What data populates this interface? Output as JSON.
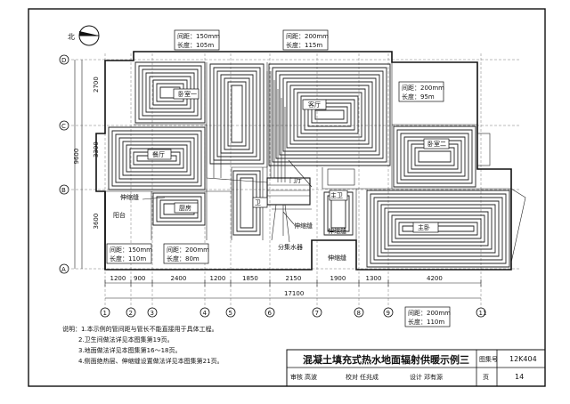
{
  "north_label": "北",
  "axis_rows": [
    "D",
    "C",
    "B",
    "A"
  ],
  "row_dims": [
    "2700",
    "3300",
    "3600"
  ],
  "total_height": "9600",
  "axis_cols": [
    "1",
    "2",
    "3",
    "4",
    "5",
    "6",
    "7",
    "8",
    "9",
    "11"
  ],
  "col_dims": [
    "1200",
    "900",
    "2400",
    "1200",
    "1850",
    "2150",
    "1900",
    "1300",
    "4200"
  ],
  "total_width": "17100",
  "rooms": {
    "bedroom1": "卧室一",
    "living": "客厅",
    "dining": "餐厅",
    "bedroom2": "卧室二",
    "kitchen": "厨房",
    "balcony": "阳台",
    "bath": "卫",
    "hall": "门厅",
    "master_bath": "主卫",
    "master": "主卧"
  },
  "annotations": {
    "a1": [
      "间距：150mm",
      "长度：105m"
    ],
    "a2": [
      "间距：200mm",
      "长度：115m"
    ],
    "a3": [
      "间距：200mm",
      "长度：95m"
    ],
    "a4": [
      "间距：150mm",
      "长度：110m"
    ],
    "a5": [
      "间距：200mm",
      "长度：80m"
    ],
    "a6": [
      "间距：200mm",
      "长度：110m"
    ]
  },
  "callouts": {
    "joint1": "伸缩缝",
    "joint2": "伸缩缝",
    "joint3": "伸缩缝",
    "joint4": "伸缩缝",
    "manifold": "分集水器"
  },
  "notes": [
    "说明：1.本示例的管间距与管长不能直接用于具体工程。",
    "2.卫生间做法详见本图集第19页。",
    "3.地面做法详见本图集第16～18页。",
    "4.侧面绝热层、伸缩缝设置做法详见本图集第21页。"
  ],
  "title_block": {
    "title": "混凝土填充式热水地面辐射供暖示例三",
    "atlas_label": "图集号",
    "atlas_no": "12K404",
    "review_label": "审核",
    "reviewer": "高波",
    "check_label": "校对",
    "checker": "任兆成",
    "design_label": "设计",
    "designer": "邓有源",
    "page_label": "页",
    "page_no": "14"
  }
}
